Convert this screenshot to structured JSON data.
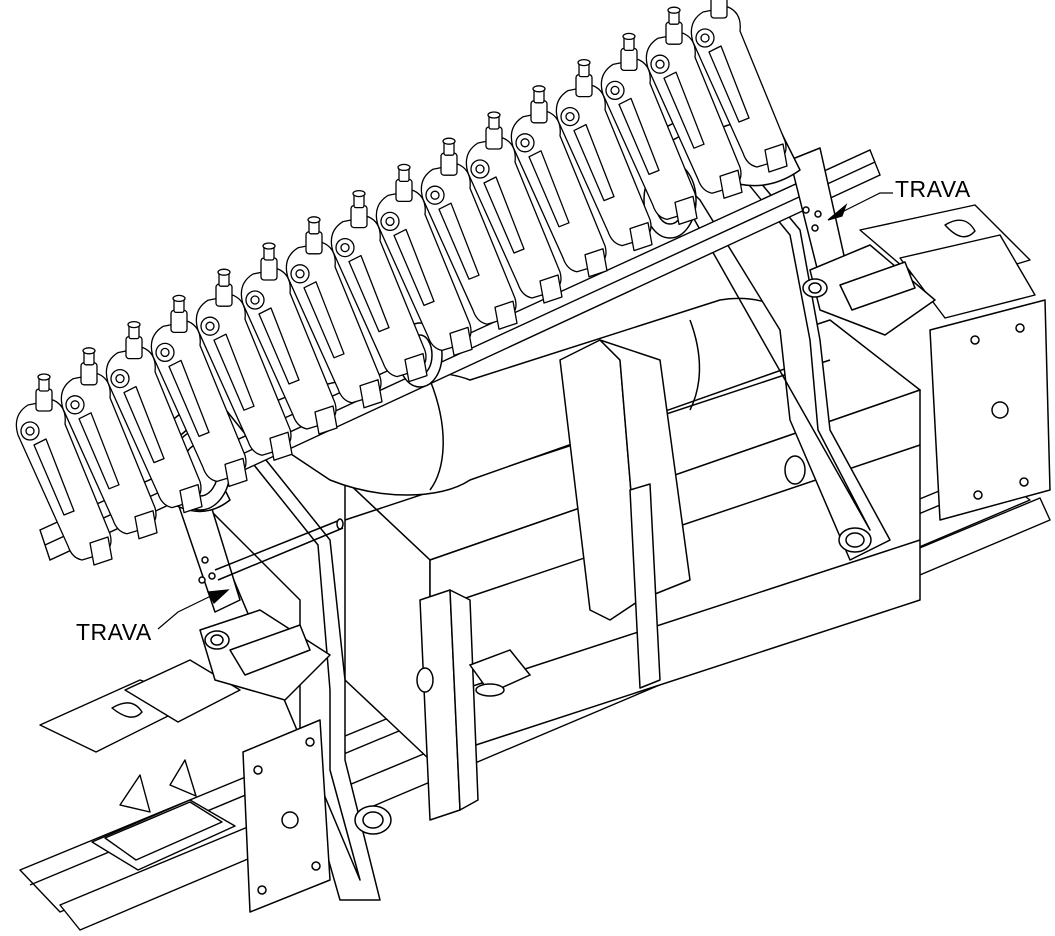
{
  "diagram": {
    "callouts": [
      {
        "id": "trava-right",
        "label": "TRAVA"
      },
      {
        "id": "trava-left",
        "label": "TRAVA"
      }
    ],
    "colors": {
      "line": "#000000",
      "fill": "#ffffff",
      "shade": "#e6e6e6"
    },
    "repeated_parts": {
      "upper_arms_visible": 16
    }
  }
}
